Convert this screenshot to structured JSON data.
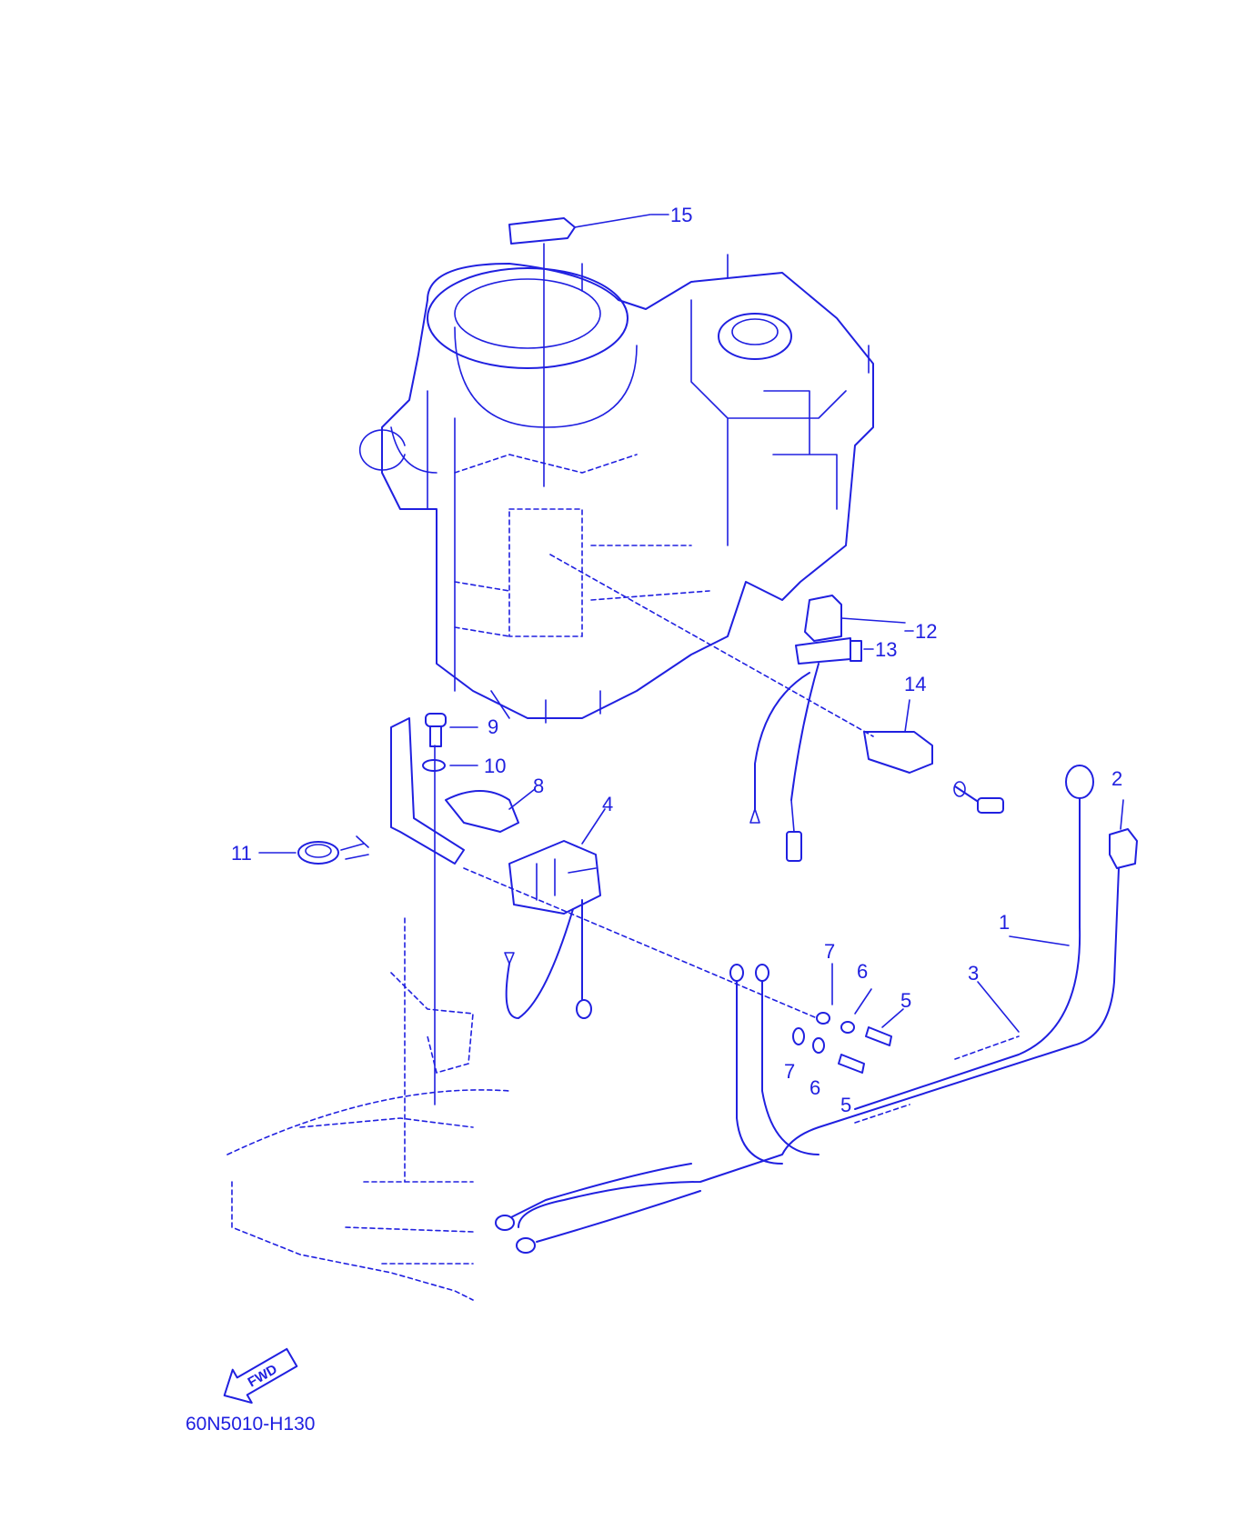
{
  "diagram": {
    "callouts": [
      "1",
      "2",
      "3",
      "4",
      "5",
      "6",
      "7",
      "8",
      "9",
      "10",
      "11",
      "12",
      "13",
      "14",
      "15"
    ],
    "callout_extra": {
      "five_b": "5",
      "six_b": "6",
      "seven_b": "7"
    },
    "fwd_label": "FWD",
    "drawing_code": "60N5010-H130",
    "ink_color": "#2020e0"
  }
}
